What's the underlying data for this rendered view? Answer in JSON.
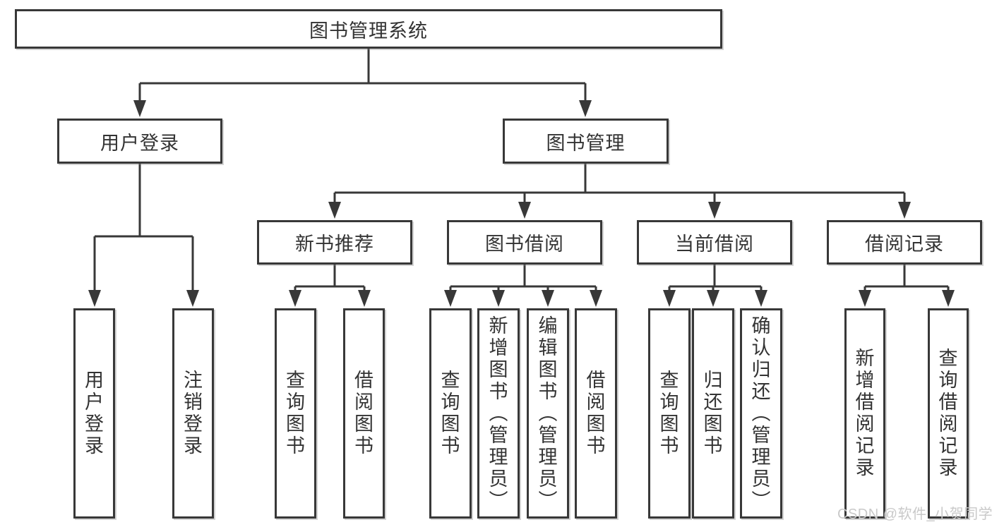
{
  "root": {
    "label": "图书管理系统"
  },
  "level2": [
    {
      "label": "用户登录"
    },
    {
      "label": "图书管理"
    }
  ],
  "level3": [
    {
      "label": "新书推荐"
    },
    {
      "label": "图书借阅"
    },
    {
      "label": "当前借阅"
    },
    {
      "label": "借阅记录"
    }
  ],
  "leaves": [
    {
      "label": "用户登录"
    },
    {
      "label": "注销登录"
    },
    {
      "label": "查询图书"
    },
    {
      "label": "借阅图书"
    },
    {
      "label": "查询图书"
    },
    {
      "label": "新增图书（管理员）"
    },
    {
      "label": "编辑图书（管理员）"
    },
    {
      "label": "借阅图书"
    },
    {
      "label": "查询图书"
    },
    {
      "label": "归还图书"
    },
    {
      "label": "确认归还（管理员）"
    },
    {
      "label": "新增借阅记录"
    },
    {
      "label": "查询借阅记录"
    }
  ],
  "watermark": {
    "text": "CSDN @软件_小贺同学"
  },
  "colors": {
    "line": "#383838",
    "text": "#333333",
    "box_background": "#ffffff",
    "watermark": "#c9c9c9"
  }
}
